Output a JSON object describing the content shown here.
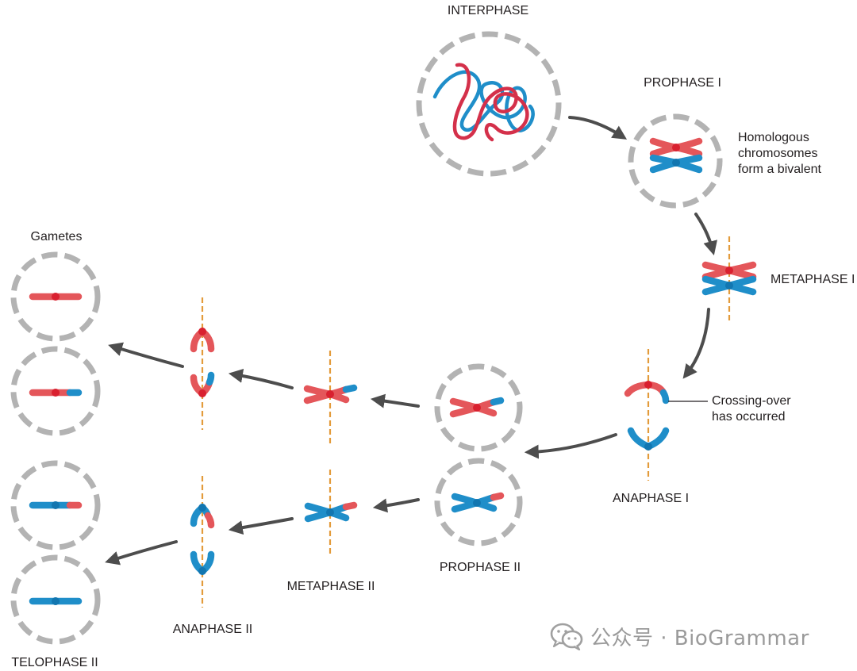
{
  "stages": {
    "interphase": "INTERPHASE",
    "prophase1": "PROPHASE I",
    "metaphase1": "METAPHASE I",
    "anaphase1": "ANAPHASE I",
    "prophase2": "PROPHASE II",
    "metaphase2": "METAPHASE II",
    "anaphase2": "ANAPHASE II",
    "telophase2": "TELOPHASE II",
    "gametes": "Gametes"
  },
  "annotations": {
    "bivalent": "Homologous\nchromosomes\nform a bivalent",
    "crossover": "Crossing-over\nhas occurred"
  },
  "watermark": {
    "text": "公众号 · BioGrammar",
    "icon": "wechat-icon"
  },
  "colors": {
    "maternal_red": "#e4565a",
    "paternal_blue": "#1f8ec9",
    "centromere_red": "#d9202f",
    "centromere_blue": "#1276b0",
    "membrane_gray": "#b3b3b3",
    "arrow_gray": "#4d4d4d",
    "spindle_orange": "#e39b3b"
  }
}
